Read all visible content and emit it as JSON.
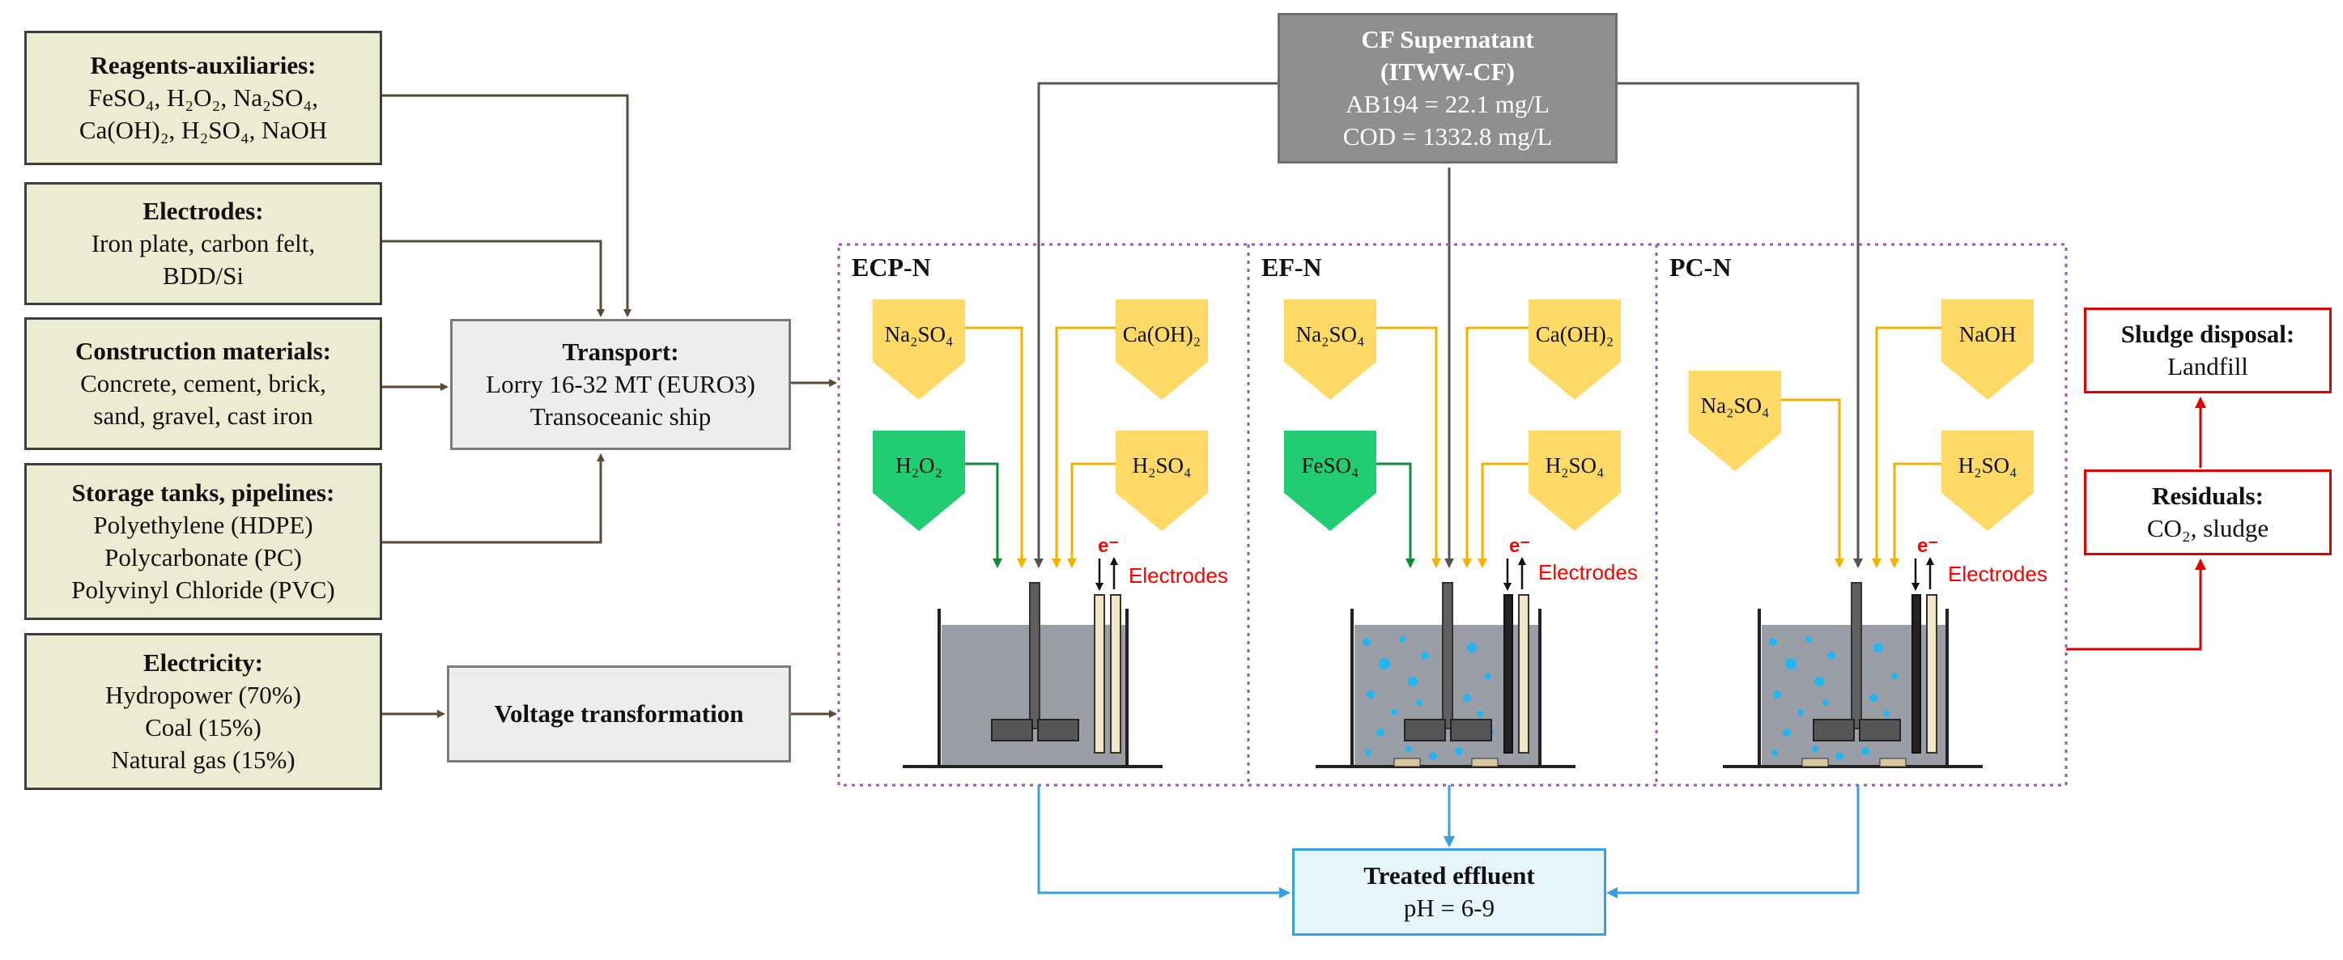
{
  "inputs": {
    "reagents": {
      "title": "Reagents-auxiliaries:",
      "line1": "FeSO₄, H₂O₂, Na₂SO₄,",
      "line2": "Ca(OH)₂, H₂SO₄, NaOH"
    },
    "electrodes": {
      "title": "Electrodes:",
      "line1": "Iron plate, carbon felt,",
      "line2": "BDD/Si"
    },
    "construction": {
      "title": "Construction materials:",
      "line1": "Concrete, cement, brick,",
      "line2": "sand, gravel, cast iron"
    },
    "storage": {
      "title": "Storage tanks, pipelines:",
      "line1": "Polyethylene (HDPE)",
      "line2": "Polycarbonate (PC)",
      "line3": "Polyvinyl Chloride (PVC)"
    },
    "electricity": {
      "title": "Electricity:",
      "line1": "Hydropower (70%)",
      "line2": "Coal (15%)",
      "line3": "Natural gas (15%)"
    }
  },
  "transport": {
    "title": "Transport:",
    "line1": "Lorry 16-32 MT (EURO3)",
    "line2": "Transoceanic ship"
  },
  "voltage": {
    "title": "Voltage transformation"
  },
  "supernatant": {
    "line1": "CF Supernatant",
    "line2": "(ITWW-CF)",
    "line3": "AB194 = 22.1 mg/L",
    "line4": "COD = 1332.8 mg/L"
  },
  "sections": {
    "ecp": {
      "label": "ECP-N",
      "chem_a": "Na₂SO₄",
      "chem_b": "Ca(OH)₂",
      "chem_c": "H₂O₂",
      "chem_d": "H₂SO₄",
      "electrodes": "Electrodes",
      "eminus": "e⁻"
    },
    "ef": {
      "label": "EF-N",
      "chem_a": "Na₂SO₄",
      "chem_b": "Ca(OH)₂",
      "chem_c": "FeSO₄",
      "chem_d": "H₂SO₄",
      "electrodes": "Electrodes",
      "eminus": "e⁻"
    },
    "pc": {
      "label": "PC-N",
      "chem_a": "Na₂SO₄",
      "chem_b": "NaOH",
      "chem_d": "H₂SO₄",
      "electrodes": "Electrodes",
      "eminus": "e⁻"
    }
  },
  "sludge": {
    "title": "Sludge disposal:",
    "line1": "Landfill"
  },
  "residuals": {
    "title": "Residuals:",
    "line1": "CO₂, sludge"
  },
  "effluent": {
    "title": "Treated effluent",
    "line1": "pH = 6-9"
  },
  "colors": {
    "input_fill": "#ececd2",
    "yellow": "#ffd966",
    "green": "#22cc72",
    "red": "#e00000",
    "blue": "#3b9ee0",
    "water": "#9a9ea6",
    "bubble": "#22b5ef"
  }
}
